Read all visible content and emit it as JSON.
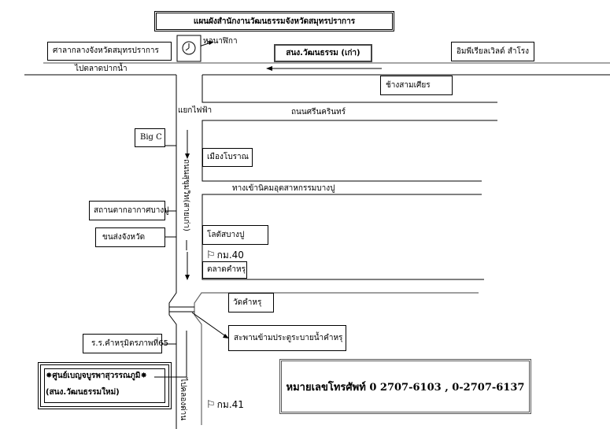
{
  "title": "แผนผังสำนักงานวัฒนธรรมจังหวัดสมุทรปราการ",
  "landmarks": {
    "city_hall": "ศาลากลางจังหวัดสมุทรปราการ",
    "clock_tower": "หอนาฬิกา",
    "old_office": "สนง.วัฒนธรรม (เก่า)",
    "imperial_world": "อิมพีเรียลเวิลด์ สำโรง",
    "chang_sam_sian": "ช้างสามเศียร",
    "big_c": "Big C",
    "ancient_city": "เมืองโบราณ",
    "bang_pu_air_station": "สถานตากอากาศบางปู",
    "provincial_transport": "ขนส่งจังหวัด",
    "lotus_bang_pu": "โลตัสบางปู",
    "talad_khlong_dan": "ตลาดคำหรุ",
    "wat_kham_ru": "วัดคำหรุ",
    "bridge": "สะพานข้ามประตูระบายน้ำคำหรุ",
    "school": "ร.ร.คำหรุมิตรภาพที่65",
    "new_center_line1": "ศูนย์เบญจบูรพาสุวรรณภูมิ",
    "new_center_line2": "(สนง.วัฒนธรรมใหม่)"
  },
  "roads": {
    "to_paknam_market": "ไปตลาดปากน้ำ",
    "intersection": "แยกไฟฟ้า",
    "srinakarin": "ถนนศรีนครินทร์",
    "industrial_estate": "ทางเข้านิคมอุตสาหกรรมบางปู",
    "sukhumvit_old": "ถนนสุขุมวิท(สายเก่า)",
    "to_khlong_dan": "ไปคลองด่าน"
  },
  "markers": {
    "km40": "กม.40",
    "km41": "กม.41"
  },
  "phone": "หมายเลขโทรศัพท์ 0 2707-6103 , 0-2707-6137"
}
